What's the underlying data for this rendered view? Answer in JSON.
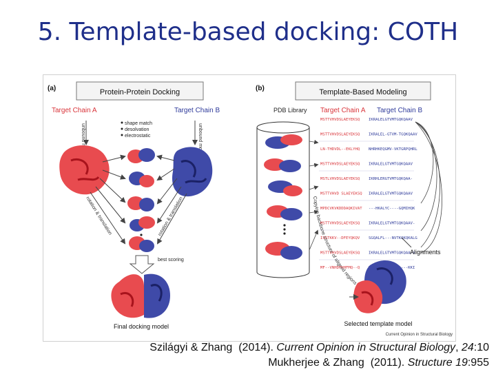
{
  "slide": {
    "title": "5. Template-based docking: COTH"
  },
  "figure": {
    "panel_a": {
      "label": "(a)",
      "header": "Protein-Protein Docking",
      "chain_a": "Target Chain A",
      "chain_b": "Target Chain B",
      "unbound_a": "unbound model",
      "unbound_b": "unbound model",
      "criteria": [
        "shape match",
        "desolvation",
        "electrostatic"
      ],
      "rotation_left": "rotation & translation",
      "rotation_right": "rotation & translation",
      "best_scoring": "best scoring",
      "final": "Final docking model"
    },
    "panel_b": {
      "label": "(b)",
      "header": "Template-Based Modeling",
      "pdb_library": "PDB Library",
      "chain_a": "Target Chain A",
      "chain_b": "Target Chain B",
      "copying_text": "Copying backbone structure of aligned regions from the best template(s)",
      "alignments": "Alignments",
      "selected": "Selected template model",
      "credit": "Current Opinion in Structural Biology",
      "colors": {
        "chain_a": "#d9343a",
        "chain_b": "#2e3a9a"
      },
      "sequences": [
        [
          "MSTTVHVDSLAEYEKSQ",
          "IKRALELGTVMTGQKQAAV"
        ],
        [
          "MSTTVHVDSLAEYEKSQ",
          "IKRALEL-GTVM-TGQKQAAV"
        ],
        [
          "LN-THDVDL--EKLYHQ",
          "NHRHKEQGMV-VKTGRPQHRL"
        ],
        [
          "MSTTVHVDSLAEYEKSQ",
          "IKRALELGTVMTGQKQAAV"
        ],
        [
          "MSTLVHVDSLAEYEKSQ",
          "IKRHLERGTVMTGQKQAA-"
        ],
        [
          "MSTTVHVD SLAEYEKSQ",
          "IKRALELGTVMTGQKQAAV"
        ],
        [
          "MPDCVKVKDDDAQKIVAT",
          "---HKALYC----GQMIHQK"
        ],
        [
          "MSTTVHVDSLAEYEKSQ",
          "IKRALELGTVMTGQKQAAV-"
        ],
        [
          "ISSTKKV--DFEYQKQV",
          "SGQALFL---NVTKQKQKALG"
        ],
        [
          "MSTTVHVDSLAEYEKSQ",
          "IKRALELGTVMTGQKQAA-V"
        ],
        [
          "MF--VNHDFHHFMQ--Q",
          "HKRTWNLQTTTAS----KKI"
        ]
      ]
    }
  },
  "citations": [
    {
      "authors": "Szilágyi & Zhang",
      "year": "(2014).",
      "journal": "Current Opinion in Structural Biology",
      "volume": "24",
      "pages": ":10"
    },
    {
      "authors": "Mukherjee & Zhang",
      "year": "(2011).",
      "journal": "Structure",
      "volume": "19",
      "pages": ":955"
    }
  ]
}
